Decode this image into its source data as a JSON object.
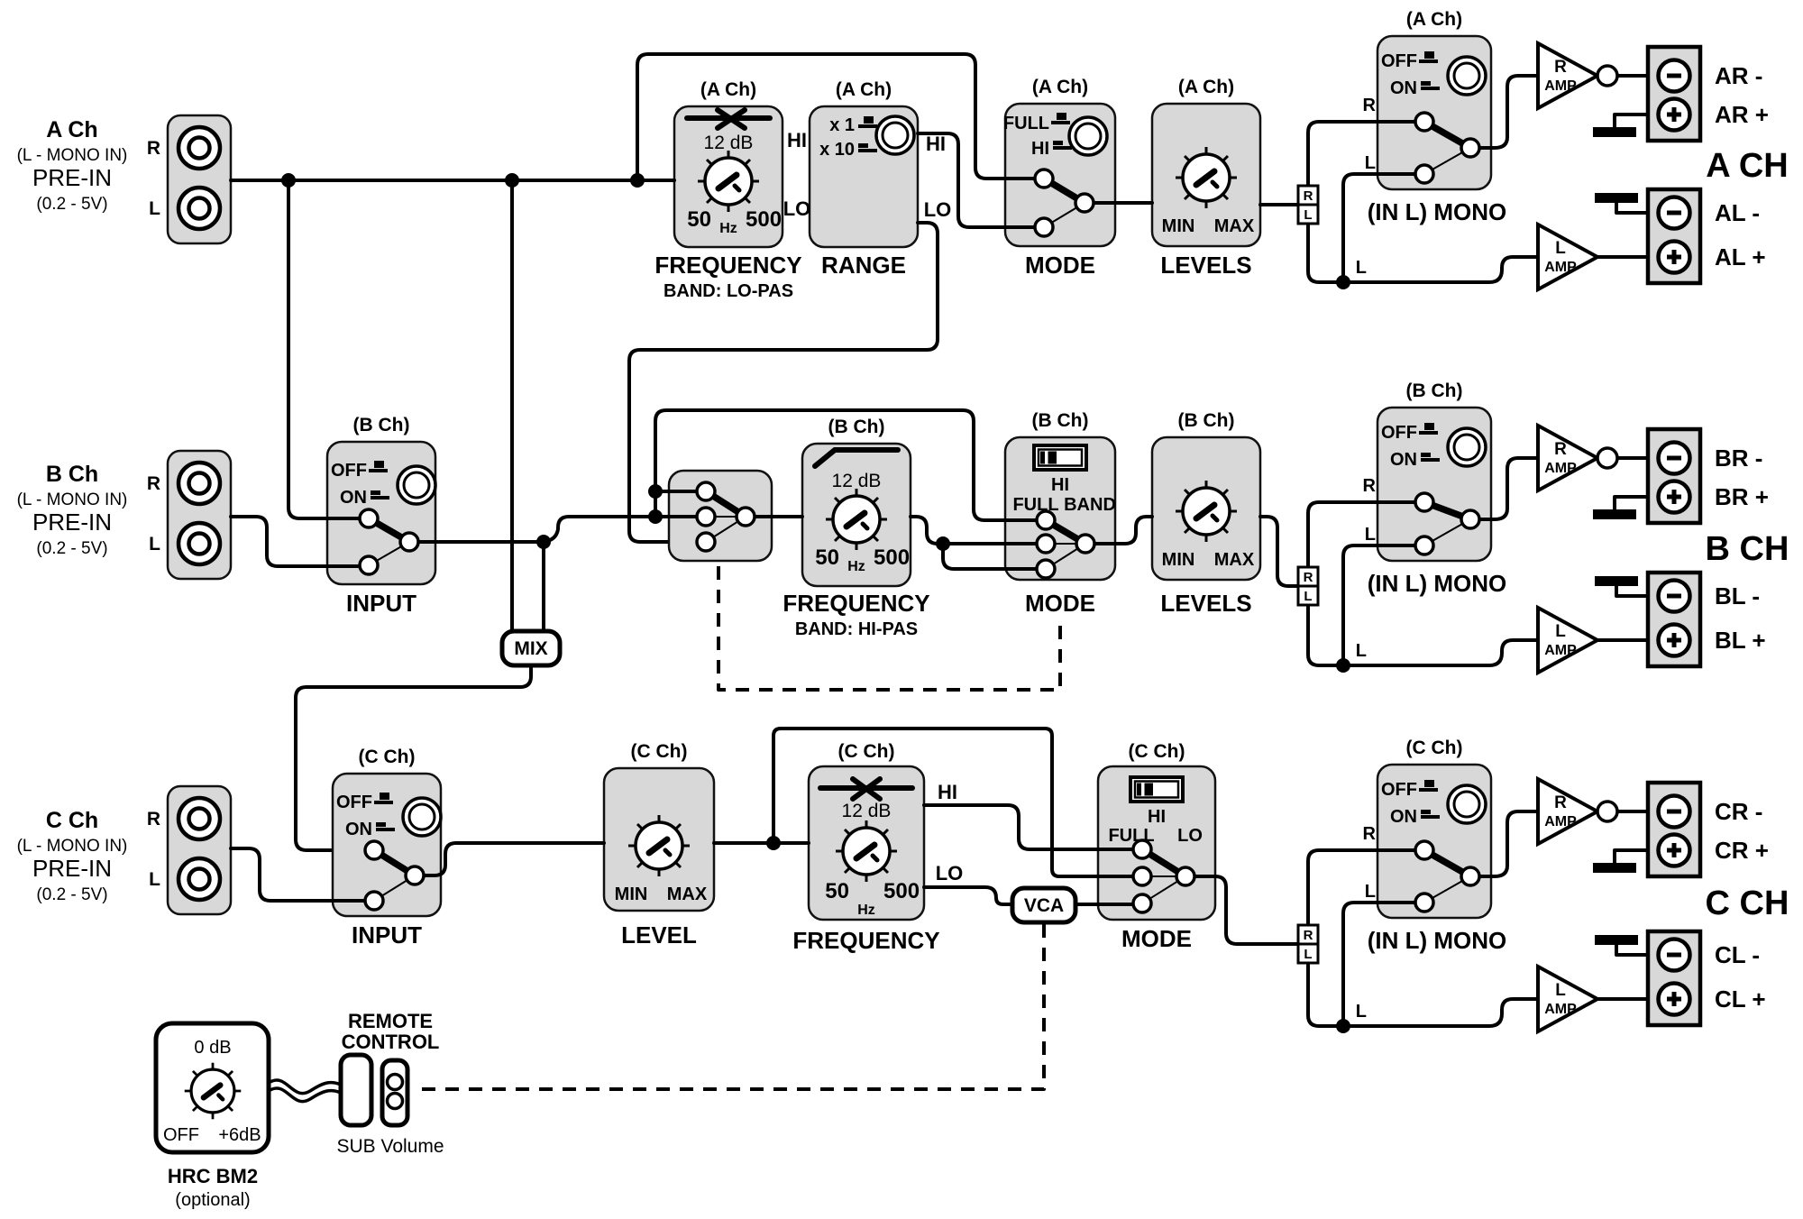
{
  "colors": {
    "block_fill": "#d8d8d8",
    "line": "#000000",
    "background": "#ffffff"
  },
  "mix": "MIX",
  "vca": "VCA",
  "hrc": {
    "db": "0 dB",
    "off": "OFF",
    "boost": "+6dB",
    "name": "HRC BM2",
    "opt": "(optional)"
  },
  "remote": {
    "l1": "REMOTE",
    "l2": "CONTROL",
    "sub": "SUB Volume"
  },
  "ch": {
    "a": {
      "side": {
        "title": "A Ch",
        "mono": "(L - MONO IN)",
        "pre": "PRE-IN",
        "volt": "(0.2 - 5V)"
      },
      "jack": {
        "r": "R",
        "l": "L"
      },
      "freq": {
        "tag": "(A Ch)",
        "db": "12 dB",
        "f1": "50",
        "hz": "Hz",
        "f2": "500",
        "hi": "HI",
        "lo": "LO",
        "name": "FREQUENCY",
        "band": "BAND: LO-PAS"
      },
      "range": {
        "tag": "(A Ch)",
        "x1": "x 1",
        "x10": "x 10",
        "hi": "HI",
        "lo": "LO",
        "name": "RANGE"
      },
      "mode": {
        "tag": "(A Ch)",
        "full": "FULL",
        "hi": "HI",
        "name": "MODE"
      },
      "levels": {
        "tag": "(A Ch)",
        "min": "MIN",
        "max": "MAX",
        "name": "LEVELS"
      },
      "rl": {
        "r": "R",
        "l": "L"
      },
      "mono": {
        "tag": "(A Ch)",
        "off": "OFF",
        "on": "ON",
        "r": "R",
        "l": "L",
        "name": "(IN L) MONO"
      },
      "lwire": "L",
      "ampr": {
        "t": "R",
        "s": "AMP"
      },
      "ampl": {
        "t": "L",
        "s": "AMP"
      },
      "out": {
        "rn": "AR -",
        "rp": "AR +",
        "ln": "AL -",
        "lp": "AL +",
        "big": "A CH"
      }
    },
    "b": {
      "side": {
        "title": "B Ch",
        "mono": "(L - MONO IN)",
        "pre": "PRE-IN",
        "volt": "(0.2 - 5V)"
      },
      "jack": {
        "r": "R",
        "l": "L"
      },
      "input": {
        "tag": "(B Ch)",
        "off": "OFF",
        "on": "ON",
        "name": "INPUT"
      },
      "freq": {
        "tag": "(B Ch)",
        "db": "12 dB",
        "f1": "50",
        "hz": "Hz",
        "f2": "500",
        "name": "FREQUENCY",
        "band": "BAND: HI-PAS"
      },
      "mode": {
        "tag": "(B Ch)",
        "hi": "HI",
        "full": "FULL",
        "band": "BAND",
        "name": "MODE"
      },
      "levels": {
        "tag": "(B Ch)",
        "min": "MIN",
        "max": "MAX",
        "name": "LEVELS"
      },
      "rl": {
        "r": "R",
        "l": "L"
      },
      "mono": {
        "tag": "(B Ch)",
        "off": "OFF",
        "on": "ON",
        "r": "R",
        "l": "L",
        "name": "(IN L) MONO"
      },
      "lwire": "L",
      "ampr": {
        "t": "R",
        "s": "AMP"
      },
      "ampl": {
        "t": "L",
        "s": "AMP"
      },
      "out": {
        "rn": "BR -",
        "rp": "BR +",
        "ln": "BL -",
        "lp": "BL +",
        "big": "B CH"
      }
    },
    "c": {
      "side": {
        "title": "C Ch",
        "mono": "(L - MONO IN)",
        "pre": "PRE-IN",
        "volt": "(0.2 - 5V)"
      },
      "jack": {
        "r": "R",
        "l": "L"
      },
      "input": {
        "tag": "(C Ch)",
        "off": "OFF",
        "on": "ON",
        "name": "INPUT"
      },
      "level": {
        "tag": "(C Ch)",
        "min": "MIN",
        "max": "MAX",
        "name": "LEVEL"
      },
      "freq": {
        "tag": "(C Ch)",
        "db": "12 dB",
        "f1": "50",
        "hz": "Hz",
        "f2": "500",
        "hi": "HI",
        "lo": "LO",
        "name": "FREQUENCY"
      },
      "mode": {
        "tag": "(C Ch)",
        "hi": "HI",
        "full": "FULL",
        "lo": "LO",
        "name": "MODE"
      },
      "rl": {
        "r": "R",
        "l": "L"
      },
      "mono": {
        "tag": "(C Ch)",
        "off": "OFF",
        "on": "ON",
        "r": "R",
        "l": "L",
        "name": "(IN L) MONO"
      },
      "lwire": "L",
      "ampr": {
        "t": "R",
        "s": "AMP"
      },
      "ampl": {
        "t": "L",
        "s": "AMP"
      },
      "out": {
        "rn": "CR -",
        "rp": "CR +",
        "ln": "CL -",
        "lp": "CL +",
        "big": "C CH"
      }
    }
  }
}
